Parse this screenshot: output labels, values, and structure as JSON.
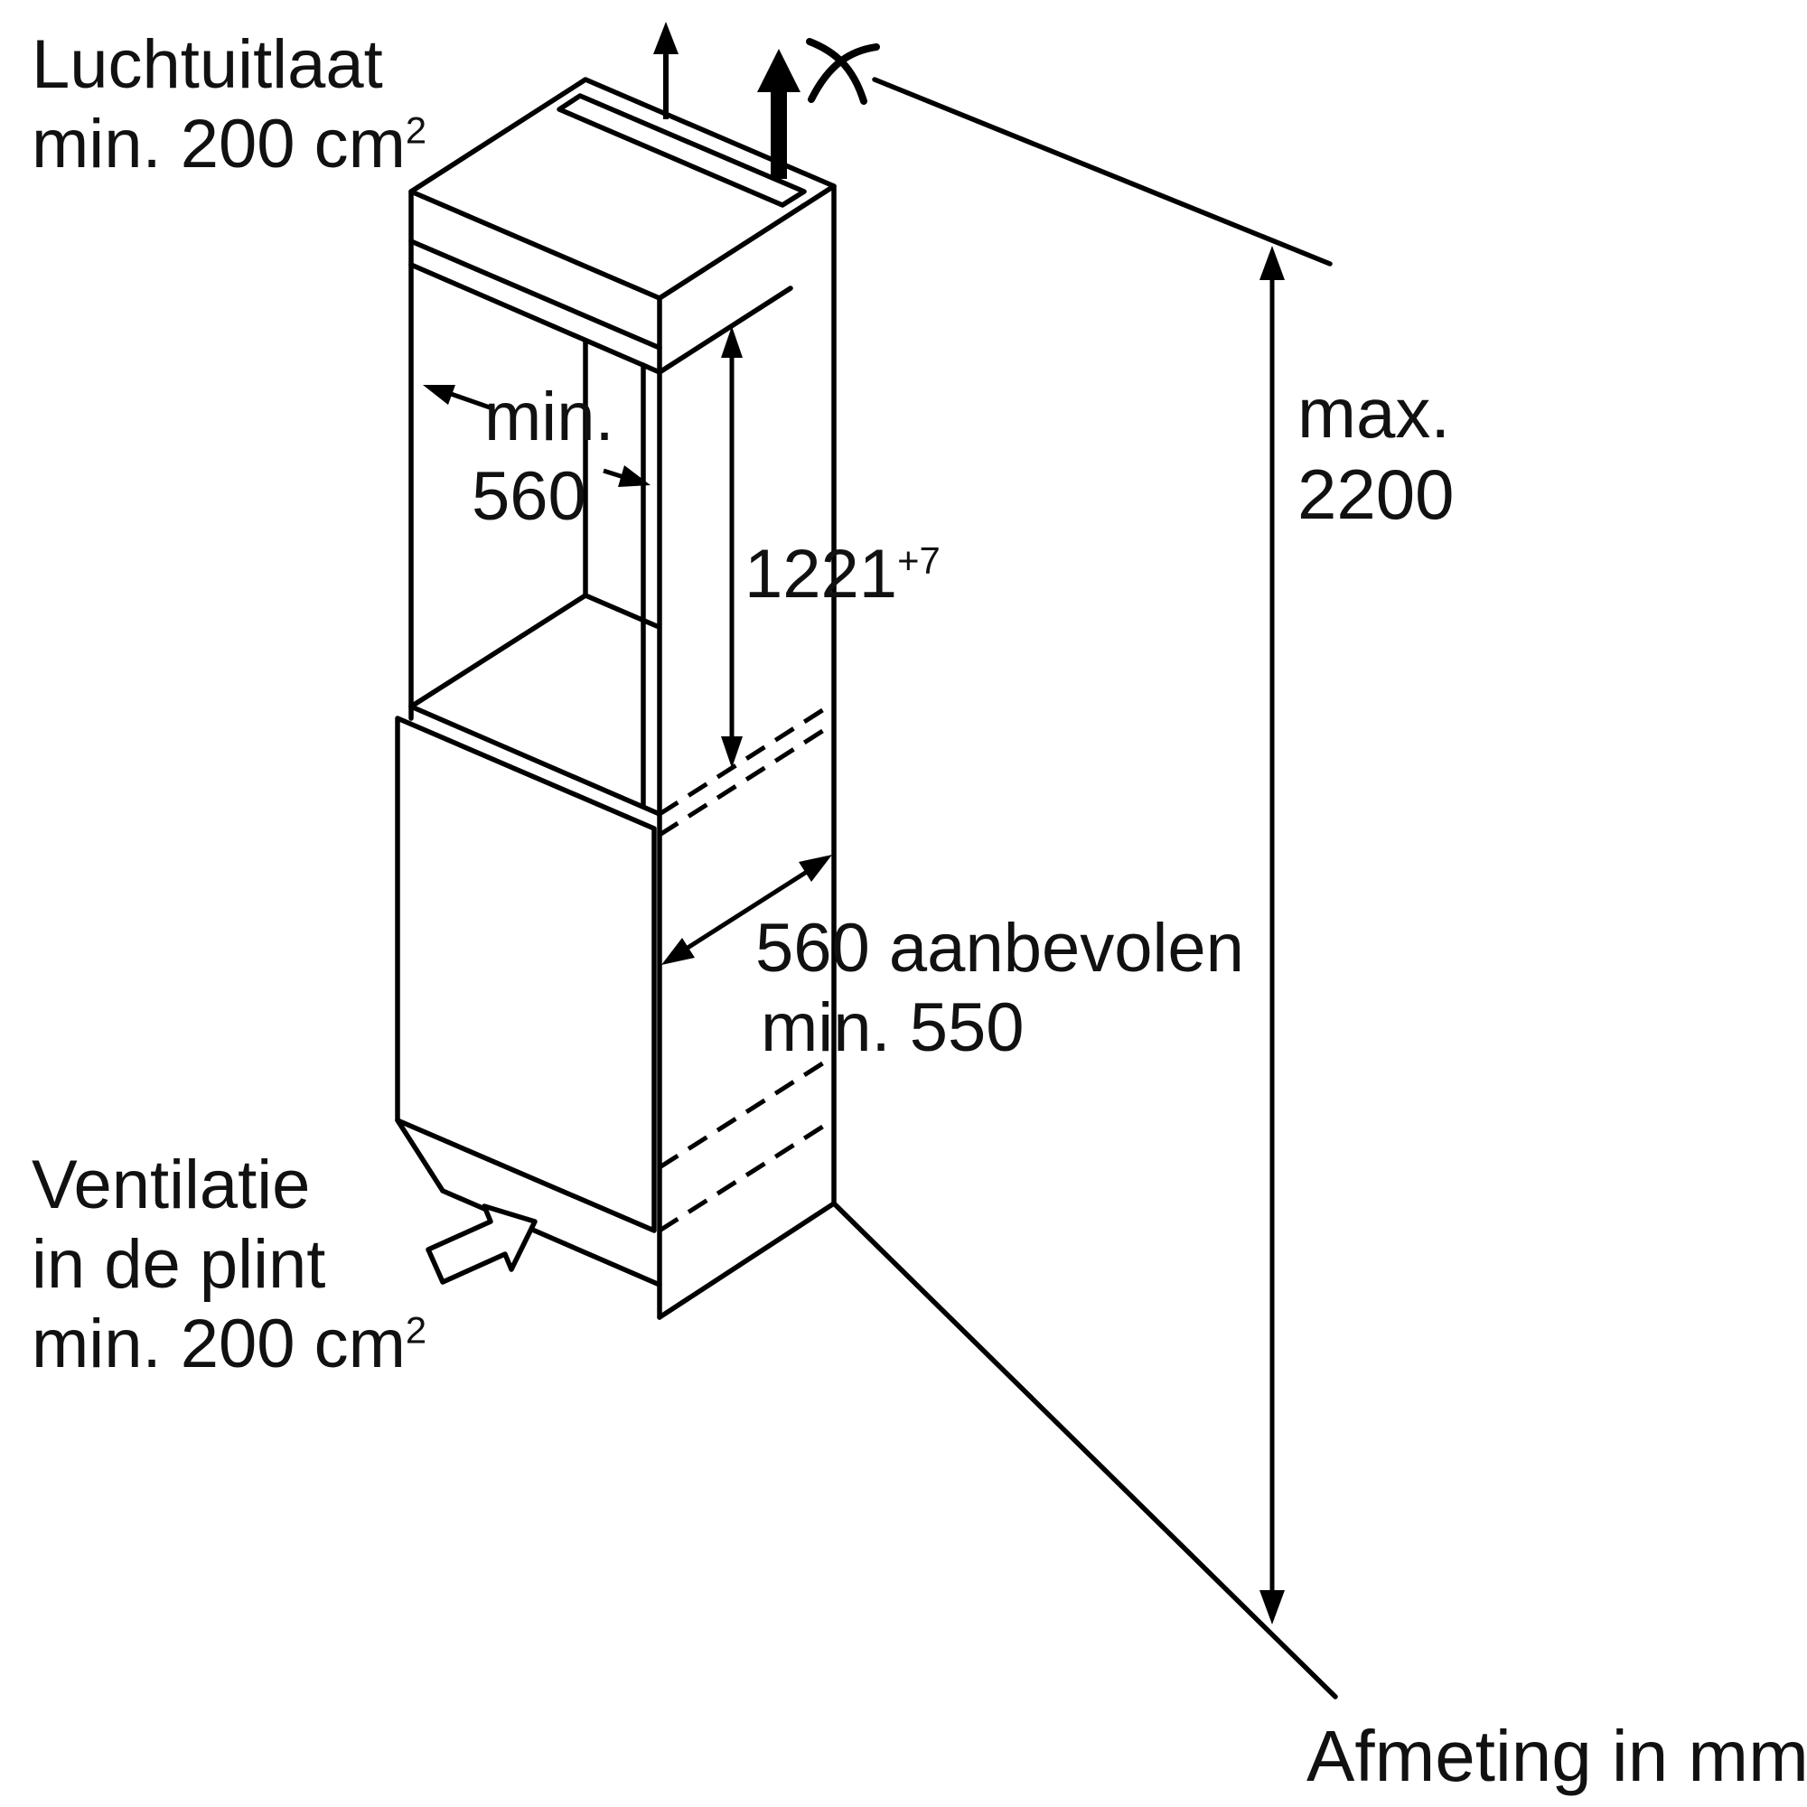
{
  "colors": {
    "line": "#000000",
    "text": "#111111",
    "background": "#ffffff"
  },
  "labels": {
    "air_outlet": {
      "line1": "Luchtuitlaat",
      "line2": "min. 200 cm",
      "sup": "2"
    },
    "niche_width": {
      "line1": "min.",
      "line2": "560"
    },
    "niche_height": {
      "value": "1221",
      "tolerance": "+7"
    },
    "depth": {
      "line1": "560 aanbevolen",
      "line2": "min. 550"
    },
    "max_height": {
      "line1": "max.",
      "line2": "2200"
    },
    "plinth_vent": {
      "line1": "Ventilatie",
      "line2": "in de plint",
      "line3": "min. 200 cm",
      "sup": "2"
    },
    "footer": "Afmeting in mm"
  },
  "icons": {
    "power_cord": "crossed-cable-symbol",
    "air_flow_small": "thin-up-arrow",
    "air_flow_large": "thick-up-arrow",
    "plinth_airflow": "block-arrow"
  }
}
